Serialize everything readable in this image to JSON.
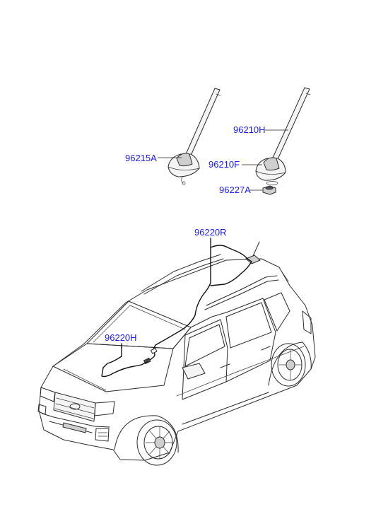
{
  "labels": {
    "antenna_assy_left": "96215A",
    "antenna_mast": "96210H",
    "antenna_base": "96210F",
    "antenna_nut": "96227A",
    "feeder_cable_roof": "96220R",
    "feeder_cable_front": "96220H"
  },
  "colors": {
    "label": "#1a1aff",
    "line": "#2b2b2b",
    "background": "#ffffff"
  }
}
